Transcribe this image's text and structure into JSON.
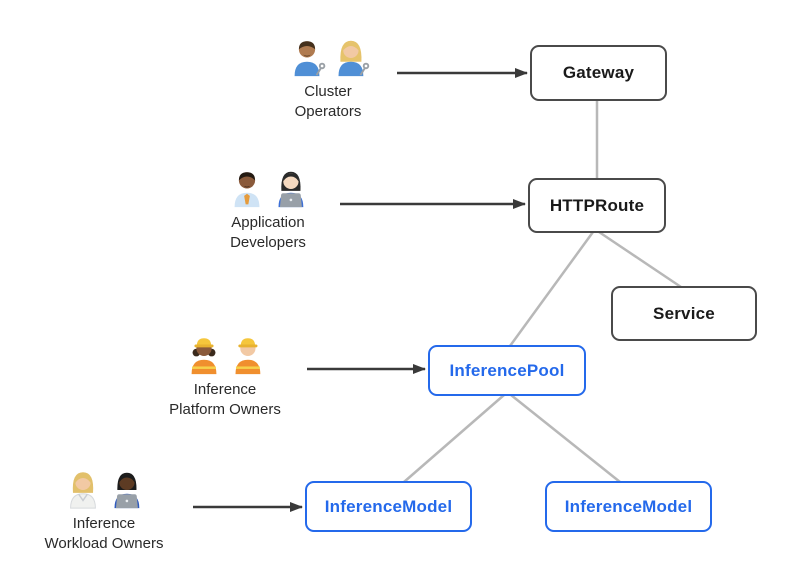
{
  "diagram": {
    "colors": {
      "accent_blue": "#2469eb",
      "node_border_dark": "#4a4a4a",
      "node_text_dark": "#1a1a1a",
      "connector": "#b8b8b8",
      "arrow": "#3a3a3a"
    },
    "personas": [
      {
        "id": "cluster-operators",
        "lines": [
          "Cluster",
          "Operators"
        ],
        "icon": "mechanics-icon",
        "emoji": "👨🏽‍🔧👩🏼‍🔧"
      },
      {
        "id": "application-developers",
        "lines": [
          "Application",
          "Developers"
        ],
        "icon": "developers-icon",
        "emoji": "👨🏾‍💼👩🏻‍💻"
      },
      {
        "id": "inference-platform-owners",
        "lines": [
          "Inference",
          "Platform Owners"
        ],
        "icon": "construction-workers-icon",
        "emoji": "👷🏾‍♀️👷🏻‍♂️"
      },
      {
        "id": "inference-workload-owners",
        "lines": [
          "Inference",
          "Workload Owners"
        ],
        "icon": "scientist-technologist-icon",
        "emoji": "🧑🏼‍🔬🧑🏿‍💻"
      }
    ],
    "nodes": [
      {
        "id": "gateway",
        "label": "Gateway",
        "style": "dark"
      },
      {
        "id": "httproute",
        "label": "HTTPRoute",
        "style": "dark"
      },
      {
        "id": "service",
        "label": "Service",
        "style": "dark"
      },
      {
        "id": "inference-pool",
        "label": "InferencePool",
        "style": "blue"
      },
      {
        "id": "inference-model-1",
        "label": "InferenceModel",
        "style": "blue"
      },
      {
        "id": "inference-model-2",
        "label": "InferenceModel",
        "style": "blue"
      }
    ],
    "edges": [
      {
        "from": "cluster-operators",
        "to": "gateway",
        "kind": "arrow"
      },
      {
        "from": "application-developers",
        "to": "httproute",
        "kind": "arrow"
      },
      {
        "from": "inference-platform-owners",
        "to": "inference-pool",
        "kind": "arrow"
      },
      {
        "from": "inference-workload-owners",
        "to": "inference-model-1",
        "kind": "arrow"
      },
      {
        "from": "gateway",
        "to": "httproute",
        "kind": "line"
      },
      {
        "from": "httproute",
        "to": "service",
        "kind": "line"
      },
      {
        "from": "httproute",
        "to": "inference-pool",
        "kind": "line"
      },
      {
        "from": "inference-pool",
        "to": "inference-model-1",
        "kind": "line"
      },
      {
        "from": "inference-pool",
        "to": "inference-model-2",
        "kind": "line"
      }
    ]
  }
}
